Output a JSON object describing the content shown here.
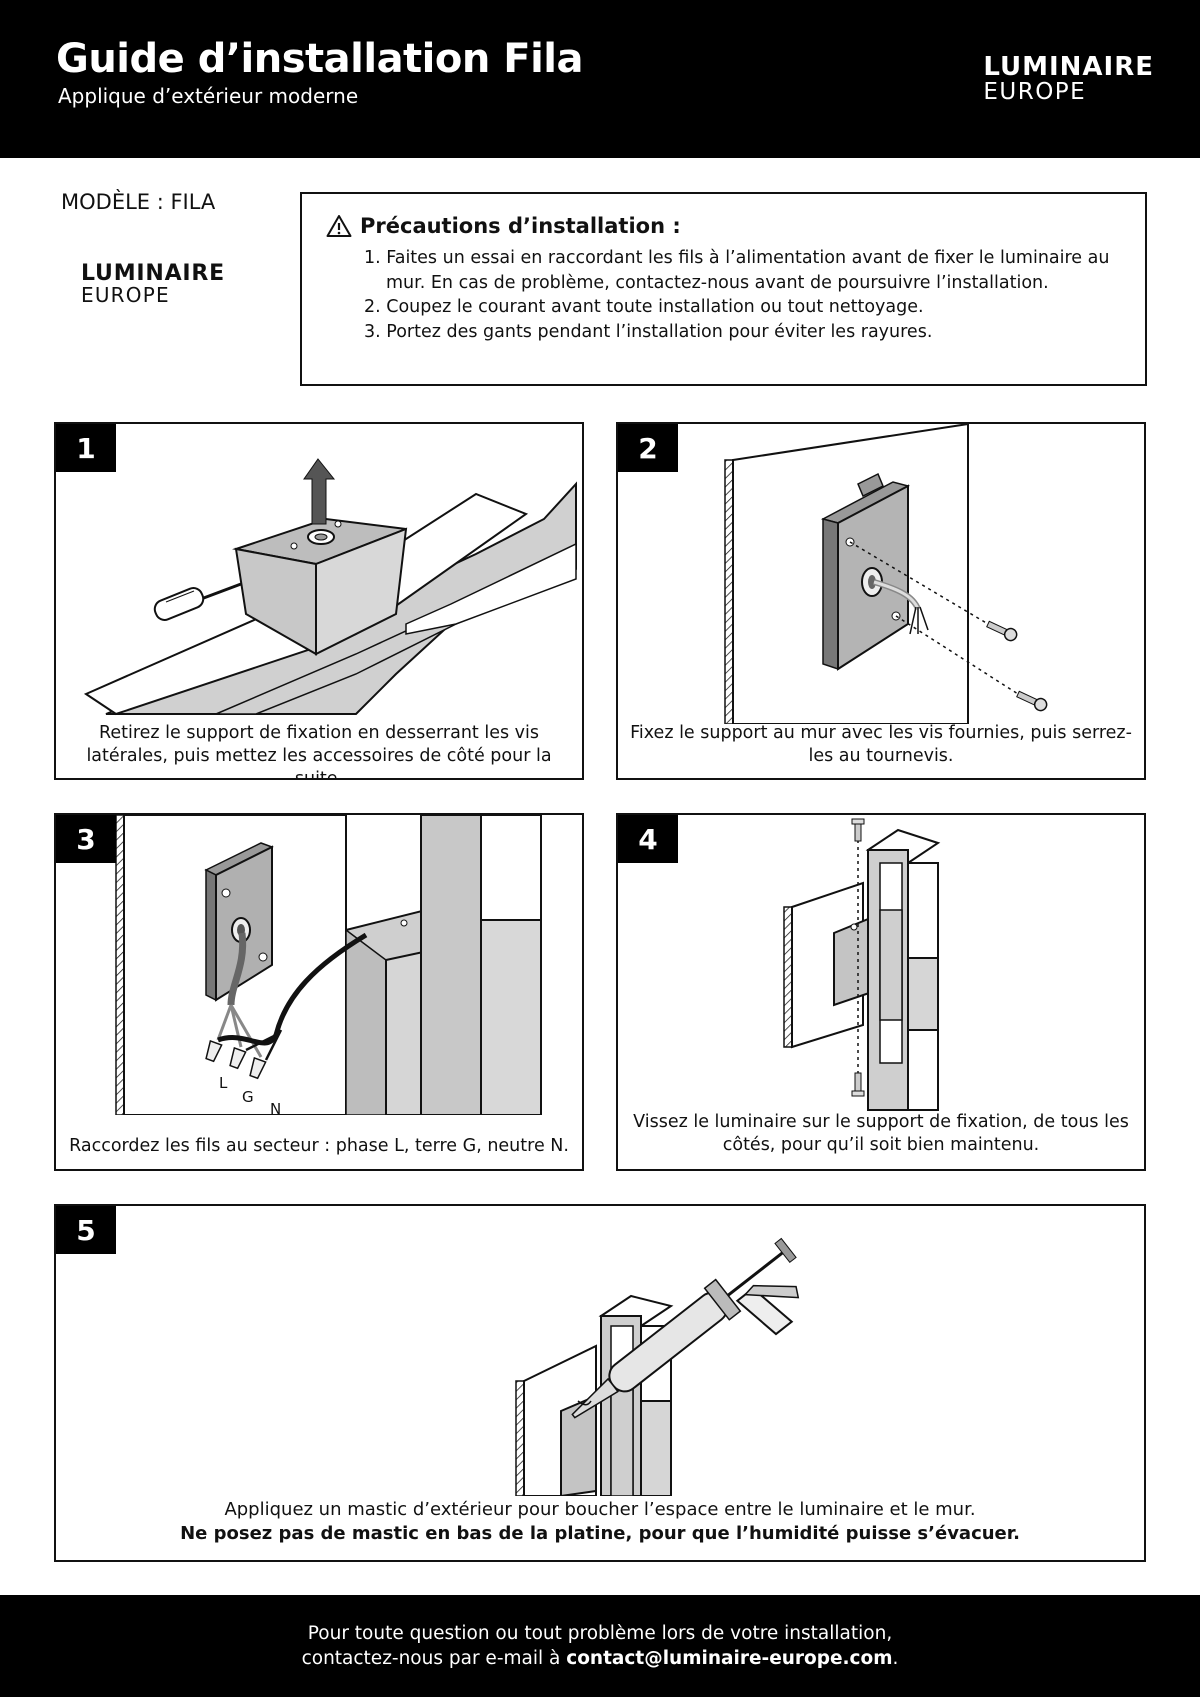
{
  "header": {
    "title": "Guide d’installation Fila",
    "subtitle": "Applique d’extérieur moderne",
    "brand_line1": "LUMINAIRE",
    "brand_line2": "EUROPE"
  },
  "model_label": "MODÈLE : FILA",
  "side_brand": {
    "line1": "LUMINAIRE",
    "line2": "EUROPE"
  },
  "precautions": {
    "title": "Précautions d’installation :",
    "items": [
      "1. Faites un essai en raccordant les fils à l’alimentation avant de fixer le luminaire au mur. En cas de problème, contactez-nous avant de poursuivre l’installation.",
      "2. Coupez le courant avant toute installation ou tout nettoyage.",
      "3. Portez des gants pendant l’installation pour éviter les rayures."
    ]
  },
  "steps": [
    {
      "number": "1",
      "caption": "Retirez le support de fixation en desserrant les vis latérales, puis mettez les accessoires de côté pour la suite."
    },
    {
      "number": "2",
      "caption": "Fixez le support au mur avec les vis fournies, puis serrez-les au tournevis."
    },
    {
      "number": "3",
      "caption": "Raccordez les fils au secteur : phase L, terre G, neutre N.",
      "wire_labels": [
        "L",
        "G",
        "N"
      ]
    },
    {
      "number": "4",
      "caption": "Vissez le luminaire sur le support de fixation, de tous les côtés, pour qu’il soit bien maintenu."
    },
    {
      "number": "5",
      "caption": "Appliquez un mastic d’extérieur pour boucher l’espace entre le luminaire et le mur.",
      "caption_bold": "Ne posez pas de mastic en bas de la platine, pour que l’humidité puisse s’évacuer."
    }
  ],
  "footer": {
    "line1": "Pour toute question ou tout problème lors de votre installation,",
    "line2_prefix": "contactez-nous par e-mail à ",
    "email": "contact@luminaire-europe.com",
    "line2_suffix": "."
  },
  "icons": {
    "warning": "warning-triangle-icon"
  }
}
